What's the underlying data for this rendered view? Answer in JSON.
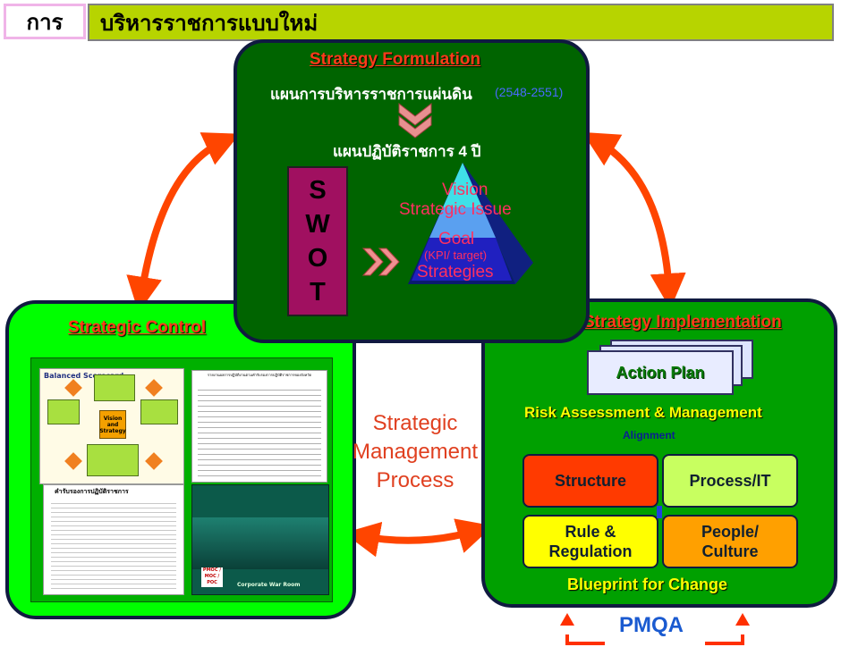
{
  "header": {
    "label": "การ",
    "title": "บริหารราชการแบบใหม่"
  },
  "formulation": {
    "title": "Strategy Formulation",
    "plan": "แผนการบริหารราชการแผ่นดิน",
    "plan_years": "(2548-2551)",
    "action_plan": "แผนปฏิบัติราชการ 4 ปี",
    "swot": [
      "S",
      "W",
      "O",
      "T"
    ],
    "pyramid": {
      "vision": "Vision",
      "issue": "Strategic Issue",
      "goal": "Goal",
      "kpi": "(KPI/ target)",
      "strategies": "Strategies"
    }
  },
  "control": {
    "title": "Strategic Control",
    "panels": {
      "scorecard_title": "Balanced Scorecard",
      "scorecard_center": "Vision and Strategy",
      "report_title": "รายงานผลการปฏิบัติงานตามคำรับรองการปฏิบัติราชการของจังหวัด",
      "agreement_title": "คำรับรองการปฏิบัติราชการ",
      "warroom_caption": "Corporate War Room",
      "warroom_label": "PMOC / MOC / POC"
    }
  },
  "center": {
    "line1": "Strategic",
    "line2": "Management",
    "line3": "Process"
  },
  "implementation": {
    "title": "Strategy Implementation",
    "action_plan": "Action Plan",
    "risk": "Risk Assessment & Management",
    "alignment": "Alignment",
    "structure": "Structure",
    "process": "Process/IT",
    "rule_1": "Rule &",
    "rule_2": "Regulation",
    "people_1": "People/",
    "people_2": "Culture",
    "blueprint": "Blueprint for Change"
  },
  "pmqa": "PMQA",
  "colors": {
    "header_green": "#b7d400",
    "formulation_bg": "#006400",
    "control_bg": "#00ff00",
    "implementation_bg": "#00a000",
    "arrow": "#ff4500",
    "title_red": "#ff3b1a",
    "pmqa_blue": "#1a5ad0"
  }
}
